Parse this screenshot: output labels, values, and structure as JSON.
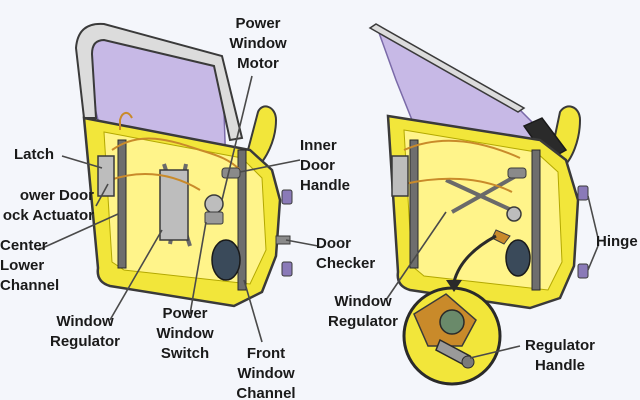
{
  "labels": {
    "power_window_motor": [
      "Power",
      "Window",
      "Motor"
    ],
    "latch": [
      "Latch"
    ],
    "power_door_lock_actuator": [
      "ower Door",
      "ock Actuator"
    ],
    "center_lower_channel": [
      "Center",
      "Lower",
      "Channel"
    ],
    "inner_door_handle": [
      "Inner",
      "Door",
      "Handle"
    ],
    "door_checker": [
      "Door",
      "Checker"
    ],
    "window_regulator_left": [
      "Window",
      "Regulator"
    ],
    "power_window_switch": [
      "Power",
      "Window",
      "Switch"
    ],
    "front_window_channel": [
      "Front",
      "Window",
      "Channel"
    ],
    "window_regulator_right": [
      "Window",
      "Regulator"
    ],
    "regulator_handle": [
      "Regulator",
      "Handle"
    ],
    "hinge": [
      "Hinge"
    ]
  },
  "colors": {
    "background": "#f4f6fb",
    "door_yellow": "#f2e63a",
    "glass": "#c7b9e6",
    "frame": "#3a3a3a",
    "leader": "#4a4a4a",
    "inset_background": "#f2e63a"
  }
}
